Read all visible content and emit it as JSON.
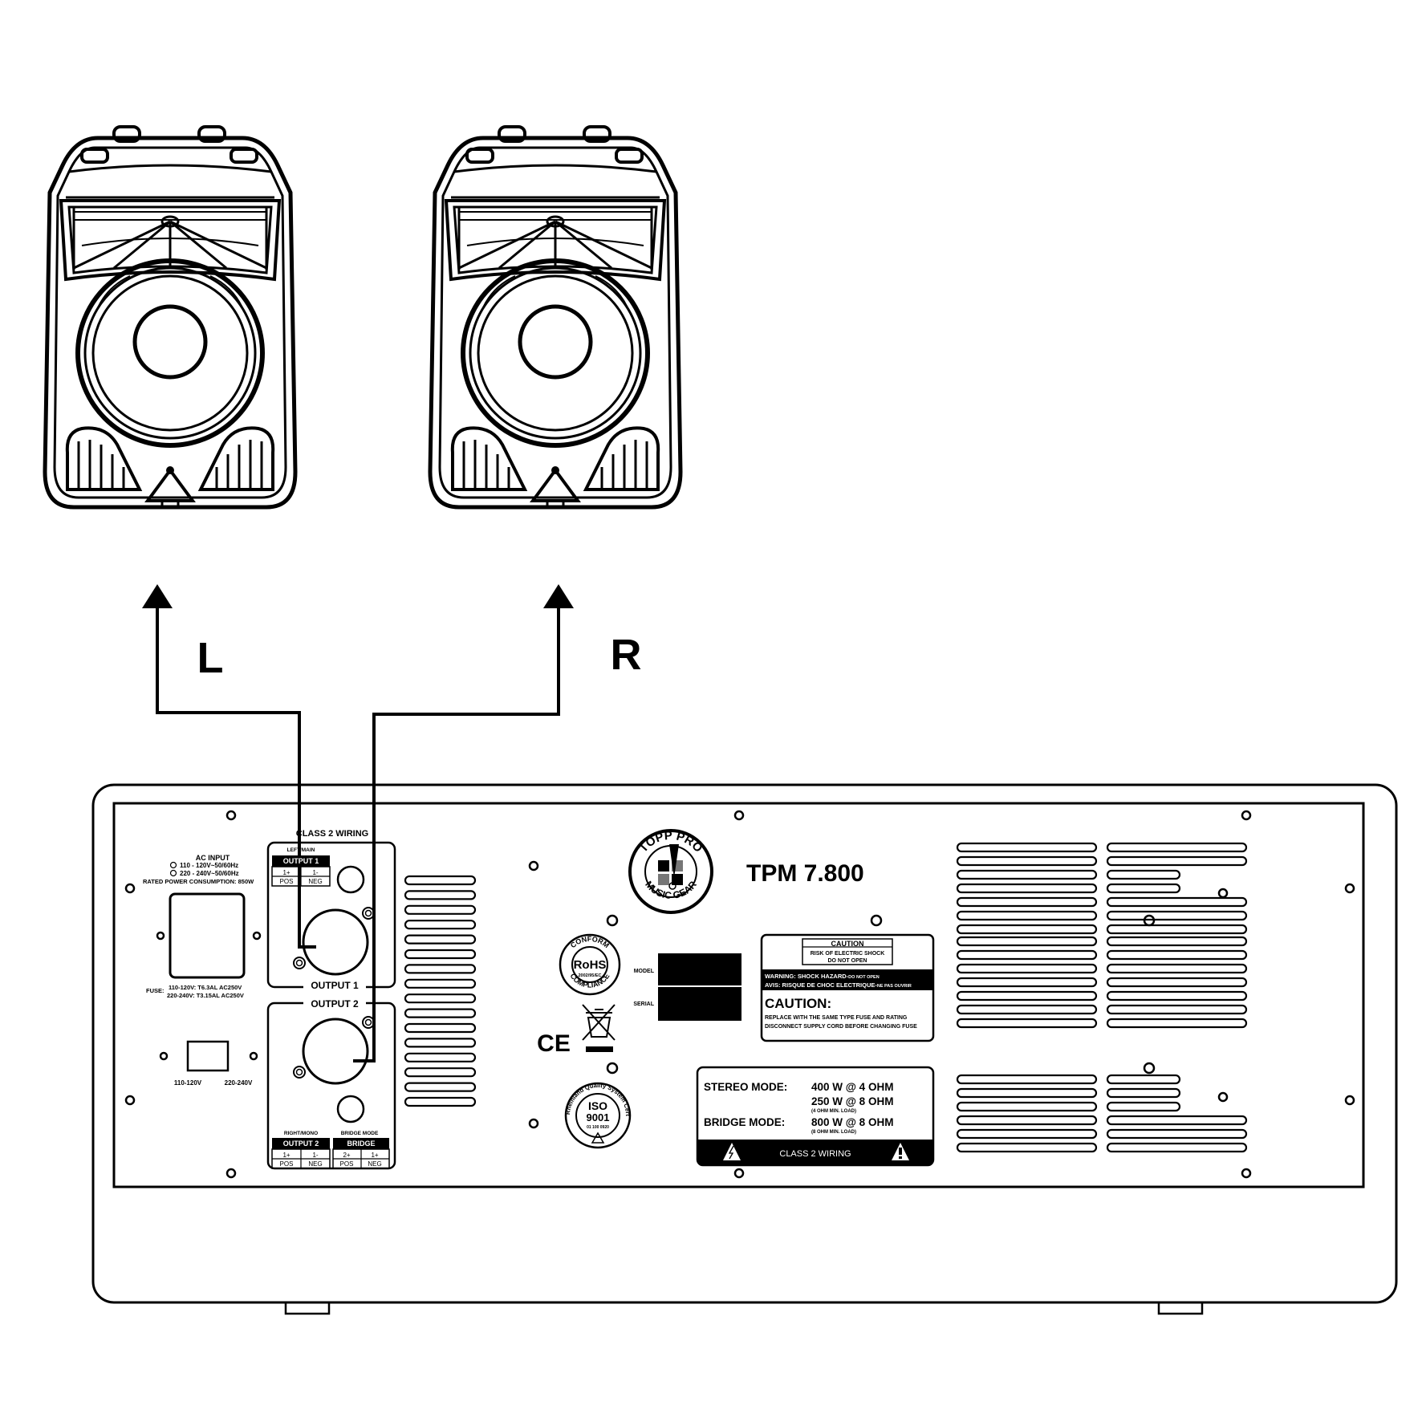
{
  "channels": {
    "left": "L",
    "right": "R"
  },
  "amp": {
    "model": "TPM 7.800",
    "class2_top": "CLASS 2 WIRING",
    "ac_input": {
      "title": "AC INPUT",
      "v1": "110 - 120V~50/60Hz",
      "v2": "220 - 240V~50/60Hz",
      "power": "RATED POWER CONSUMPTION: 850W"
    },
    "fuse": {
      "label": "FUSE:",
      "line1": "110-120V: T6.3AL AC250V",
      "line2": "220-240V: T3.15AL AC250V"
    },
    "voltage_switch": {
      "left": "110-120V",
      "right": "220-240V"
    },
    "out1_header": {
      "title": "LEFT/MAIN",
      "label": "OUTPUT 1",
      "pin1": "1+",
      "pin2": "1-",
      "pol1": "POS",
      "pol2": "NEG"
    },
    "output1_label": "OUTPUT 1",
    "output2_label": "OUTPUT 2",
    "out2_footer": {
      "title": "RIGHT/MONO",
      "label": "OUTPUT 2",
      "pin1": "1+",
      "pin2": "1-",
      "pol1": "POS",
      "pol2": "NEG"
    },
    "bridge_footer": {
      "title": "BRIDGE MODE",
      "label": "BRIDGE",
      "pin1": "2+",
      "pin2": "1+",
      "pol1": "POS",
      "pol2": "NEG"
    },
    "logo": {
      "top": "TOPP PRO",
      "bottom": "MUSIC GEAR"
    },
    "rohs": {
      "top": "CONFORM",
      "main": "RoHS",
      "code": "2002/95/EC",
      "bottom": "COMPLIANCE"
    },
    "ce": "CE",
    "iso": {
      "main": "ISO",
      "num": "9001",
      "cert": "01 100 0920",
      "ring": "TUV Rheinland Quality System Certified"
    },
    "label_model": "MODEL",
    "label_serial": "SERIAL",
    "caution_box": {
      "header": "CAUTION",
      "h2": "RISK OF ELECTRIC SHOCK",
      "h3": "DO NOT OPEN",
      "warning": "WARNING: SHOCK HAZARD-",
      "warning_small": "DO NOT OPEN",
      "avis": "AVIS: RISQUE DE CHOC ELECTRIQUE-",
      "avis_small": "NE PAS OUVRIR",
      "title": "CAUTION:",
      "line1": "REPLACE WITH THE SAME TYPE FUSE AND RATING",
      "line2": "DISCONNECT SUPPLY CORD BEFORE CHANGING FUSE"
    },
    "power_spec": {
      "stereo_label": "STEREO MODE:",
      "stereo1": "400 W @ 4 OHM",
      "stereo2": "250 W @ 8 OHM",
      "stereo_note": "(4 OHM MIN. LOAD)",
      "bridge_label": "BRIDGE MODE:",
      "bridge1": "800 W @ 8 OHM",
      "bridge_note": "(8 OHM MIN. LOAD)",
      "footer": "CLASS 2 WIRING"
    }
  }
}
